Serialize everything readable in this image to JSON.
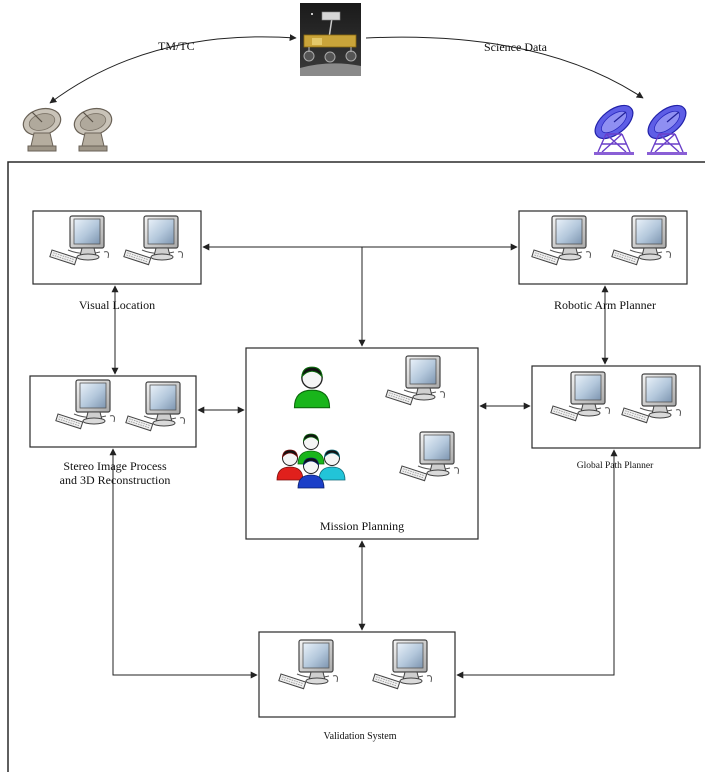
{
  "links": {
    "ground_uplink": "TM/TC",
    "science_downlink": "Science Data"
  },
  "modules": {
    "visual_location": "Visual Location",
    "robotic_arm_planner": "Robotic Arm Planner",
    "stereo_image_process_line1": "Stereo Image Process",
    "stereo_image_process_line2": "and 3D Reconstruction",
    "global_path_planner": "Global Path Planner",
    "mission_planning": "Mission Planning",
    "validation_system": "Validation System"
  },
  "icons": {
    "rover": "rover-icon",
    "ground_station": "satellite-dish-icon",
    "radio_telescope": "radio-telescope-icon",
    "workstation": "computer-workstation-icon",
    "operator": "operator-icon",
    "team": "team-icon"
  },
  "colors": {
    "line": "#2a2a2a",
    "monitor_frame": "#d8d8d8",
    "screen": "#9fb5cc",
    "operator_green": "#19b51b",
    "team_red": "#e0201c",
    "team_blue": "#1b3fc8",
    "team_cyan": "#22c4d8",
    "telescope_blue": "#3b3bd0"
  }
}
